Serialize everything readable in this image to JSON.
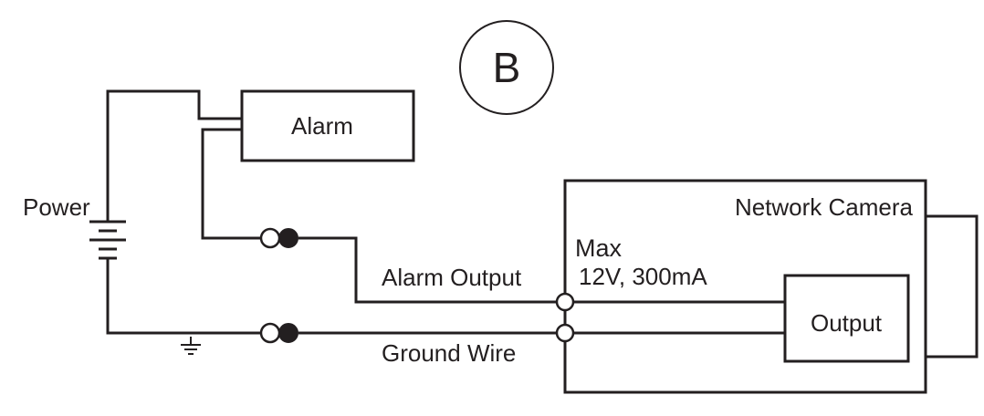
{
  "figure_label": "B",
  "labels": {
    "alarm": "Alarm",
    "power": "Power",
    "network_camera": "Network Camera",
    "max": "Max",
    "rating": "12V, 300mA",
    "alarm_output": "Alarm Output",
    "ground_wire": "Ground Wire",
    "output": "Output"
  },
  "colors": {
    "line": "#231f20",
    "background": "#ffffff"
  },
  "icons": {
    "battery": "battery-symbol-icon",
    "ground": "ground-symbol-icon",
    "connector": "wire-connector-icon",
    "terminal": "terminal-icon"
  }
}
